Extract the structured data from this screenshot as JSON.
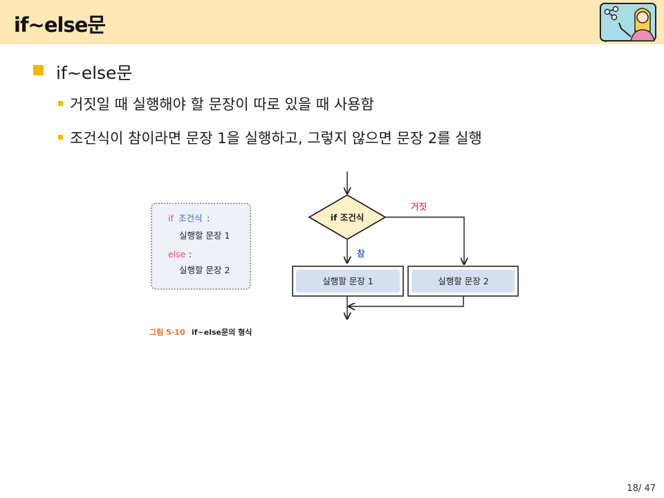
{
  "slide": {
    "title": "if~else문",
    "bullet_main": "if~else문",
    "bullets": [
      "거짓일 때 실행해야 할 문장이 따로 있을 때 사용함",
      "조건식이 참이라면 문장 1을 실행하고, 그렇지 않으면 문장 2를 실행"
    ],
    "avatar_icon": "presenter-illustration-icon",
    "page_number": "18/ 47"
  },
  "figure": {
    "code": {
      "if_keyword": "if",
      "condition": "조건식",
      "colon1": ":",
      "stmt1": "실행할 문장 1",
      "else_keyword": "else",
      "colon2": ":",
      "stmt2": "실행할 문장 2"
    },
    "flow": {
      "decision": "if 조건식",
      "false_label": "거짓",
      "true_label": "참",
      "box1": "실행할 문장 1",
      "box2": "실행할 문장 2"
    },
    "caption_num": "그림 5-10",
    "caption_text": "if~else문의 형식"
  },
  "colors": {
    "header_bg": "#fde8b6",
    "bullet": "#f5b800",
    "keyword": "#e84c6d",
    "box_fill": "#d6dff0",
    "caption_num": "#e86d1f"
  }
}
